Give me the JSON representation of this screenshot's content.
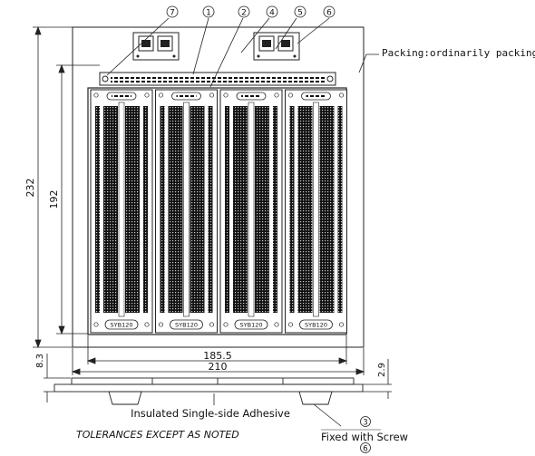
{
  "callouts": [
    "7",
    "1",
    "2",
    "4",
    "5",
    "6"
  ],
  "packing_note": "Packing:ordinarily packing",
  "module_label": "SYB120",
  "dimensions": {
    "height_outer": "232",
    "height_inner": "192",
    "width_inner": "185.5",
    "width_outer": "210",
    "base_left": "8.3",
    "base_right": "2.9"
  },
  "notes": {
    "adhesive": "Insulated Single-side Adhesive",
    "tolerances": "TOLERANCES EXCEPT AS NOTED",
    "screw": "Fixed with Screw",
    "screw_callout_top": "3",
    "screw_callout_bottom": "6"
  }
}
